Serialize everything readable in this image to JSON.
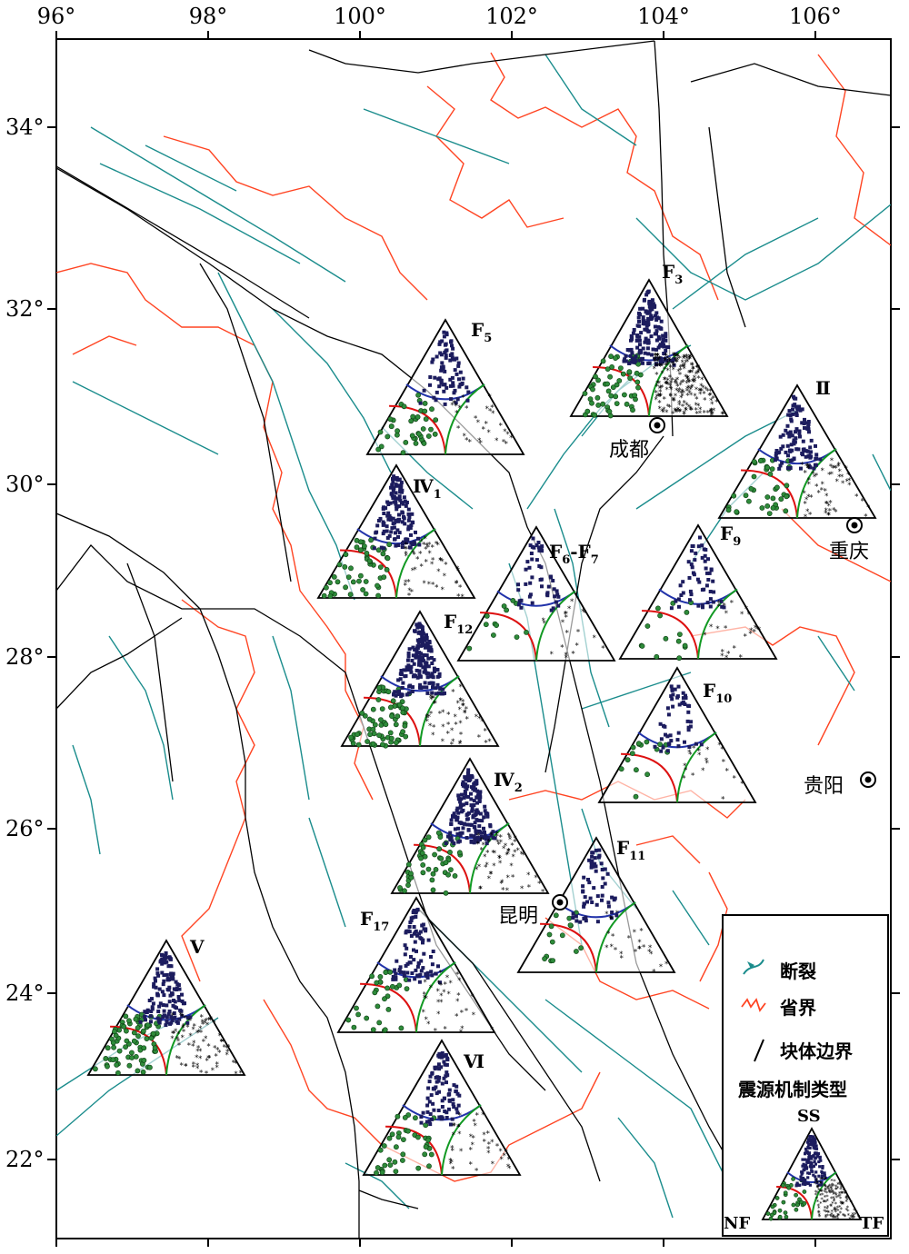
{
  "axes": {
    "lon_ticks": [
      "96°",
      "98°",
      "100°",
      "102°",
      "104°",
      "106°"
    ],
    "lat_ticks": [
      "34°",
      "32°",
      "30°",
      "28°",
      "26°",
      "24°",
      "22°"
    ]
  },
  "colors": {
    "fault": "#1a8c8c",
    "province": "#ff4422",
    "block": "#000000",
    "nf": "#2e8b3a",
    "ss": "#1c1c5e",
    "tf": "#000000",
    "curve_blue": "#2233aa",
    "curve_red": "#dd1111",
    "curve_green": "#119922"
  },
  "ternaries": [
    {
      "label": "F",
      "sub": "5",
      "n": [
        40,
        80,
        30
      ]
    },
    {
      "label": "F",
      "sub": "3",
      "n": [
        60,
        160,
        220
      ]
    },
    {
      "label": "Ⅱ",
      "sub": "",
      "n": [
        40,
        110,
        60
      ]
    },
    {
      "label": "Ⅳ",
      "sub": "1",
      "n": [
        50,
        140,
        50
      ]
    },
    {
      "label": "F",
      "sub": "6",
      "sub2": "-F",
      "sub3": "7",
      "n": [
        12,
        50,
        20
      ]
    },
    {
      "label": "F",
      "sub": "9",
      "n": [
        15,
        55,
        25
      ]
    },
    {
      "label": "F",
      "sub": "12",
      "n": [
        70,
        180,
        50
      ]
    },
    {
      "label": "F",
      "sub": "10",
      "n": [
        15,
        50,
        20
      ]
    },
    {
      "label": "Ⅳ",
      "sub": "2",
      "n": [
        50,
        180,
        60
      ]
    },
    {
      "label": "F",
      "sub": "11",
      "n": [
        15,
        60,
        25
      ]
    },
    {
      "label": "F",
      "sub": "17",
      "n": [
        30,
        90,
        35
      ]
    },
    {
      "label": "Ⅴ",
      "sub": "",
      "n": [
        80,
        130,
        80
      ]
    },
    {
      "label": "Ⅵ",
      "sub": "",
      "n": [
        40,
        90,
        40
      ]
    }
  ],
  "cities": [
    {
      "name": "成都"
    },
    {
      "name": "重庆"
    },
    {
      "name": "贵阳"
    },
    {
      "name": "昆明"
    }
  ],
  "legend": {
    "items": [
      "断裂",
      "省界",
      "块体边界"
    ],
    "title": "震源机制类型",
    "axes": {
      "top": "SS",
      "left": "NF",
      "right": "TF"
    }
  }
}
